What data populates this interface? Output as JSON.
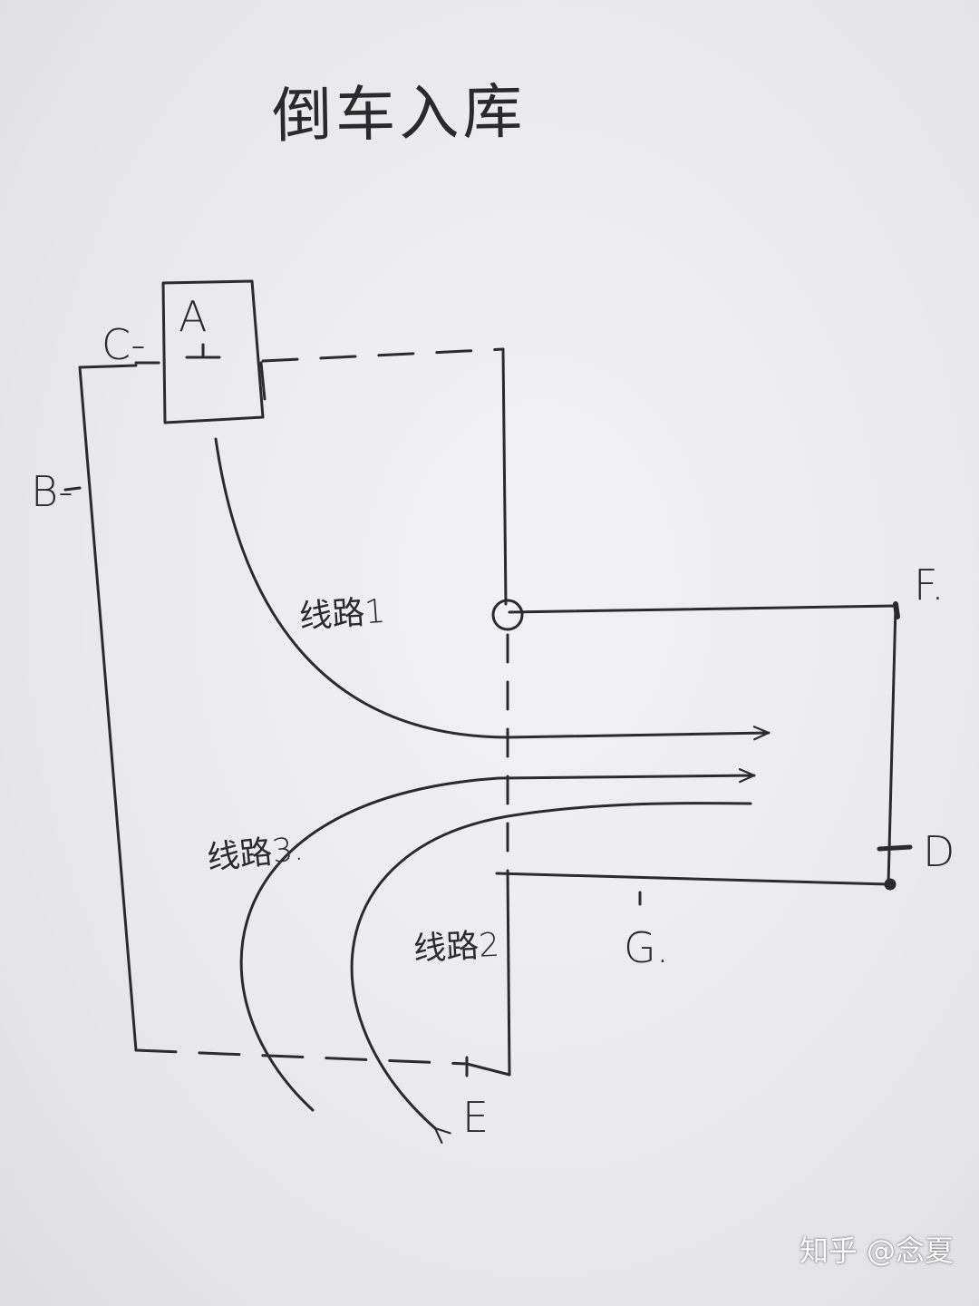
{
  "title": "倒车入库",
  "labels": {
    "A": "A",
    "B": "B-",
    "C": "C-",
    "D": "D",
    "E": "E",
    "F": "F.",
    "G": "G."
  },
  "routes": {
    "route1": "线路1",
    "route2": "线路2",
    "route3": "线路3."
  },
  "watermark": "知乎 @念夏",
  "colors": {
    "ink": "#2b2b2b",
    "paper": "#eeeef0"
  }
}
